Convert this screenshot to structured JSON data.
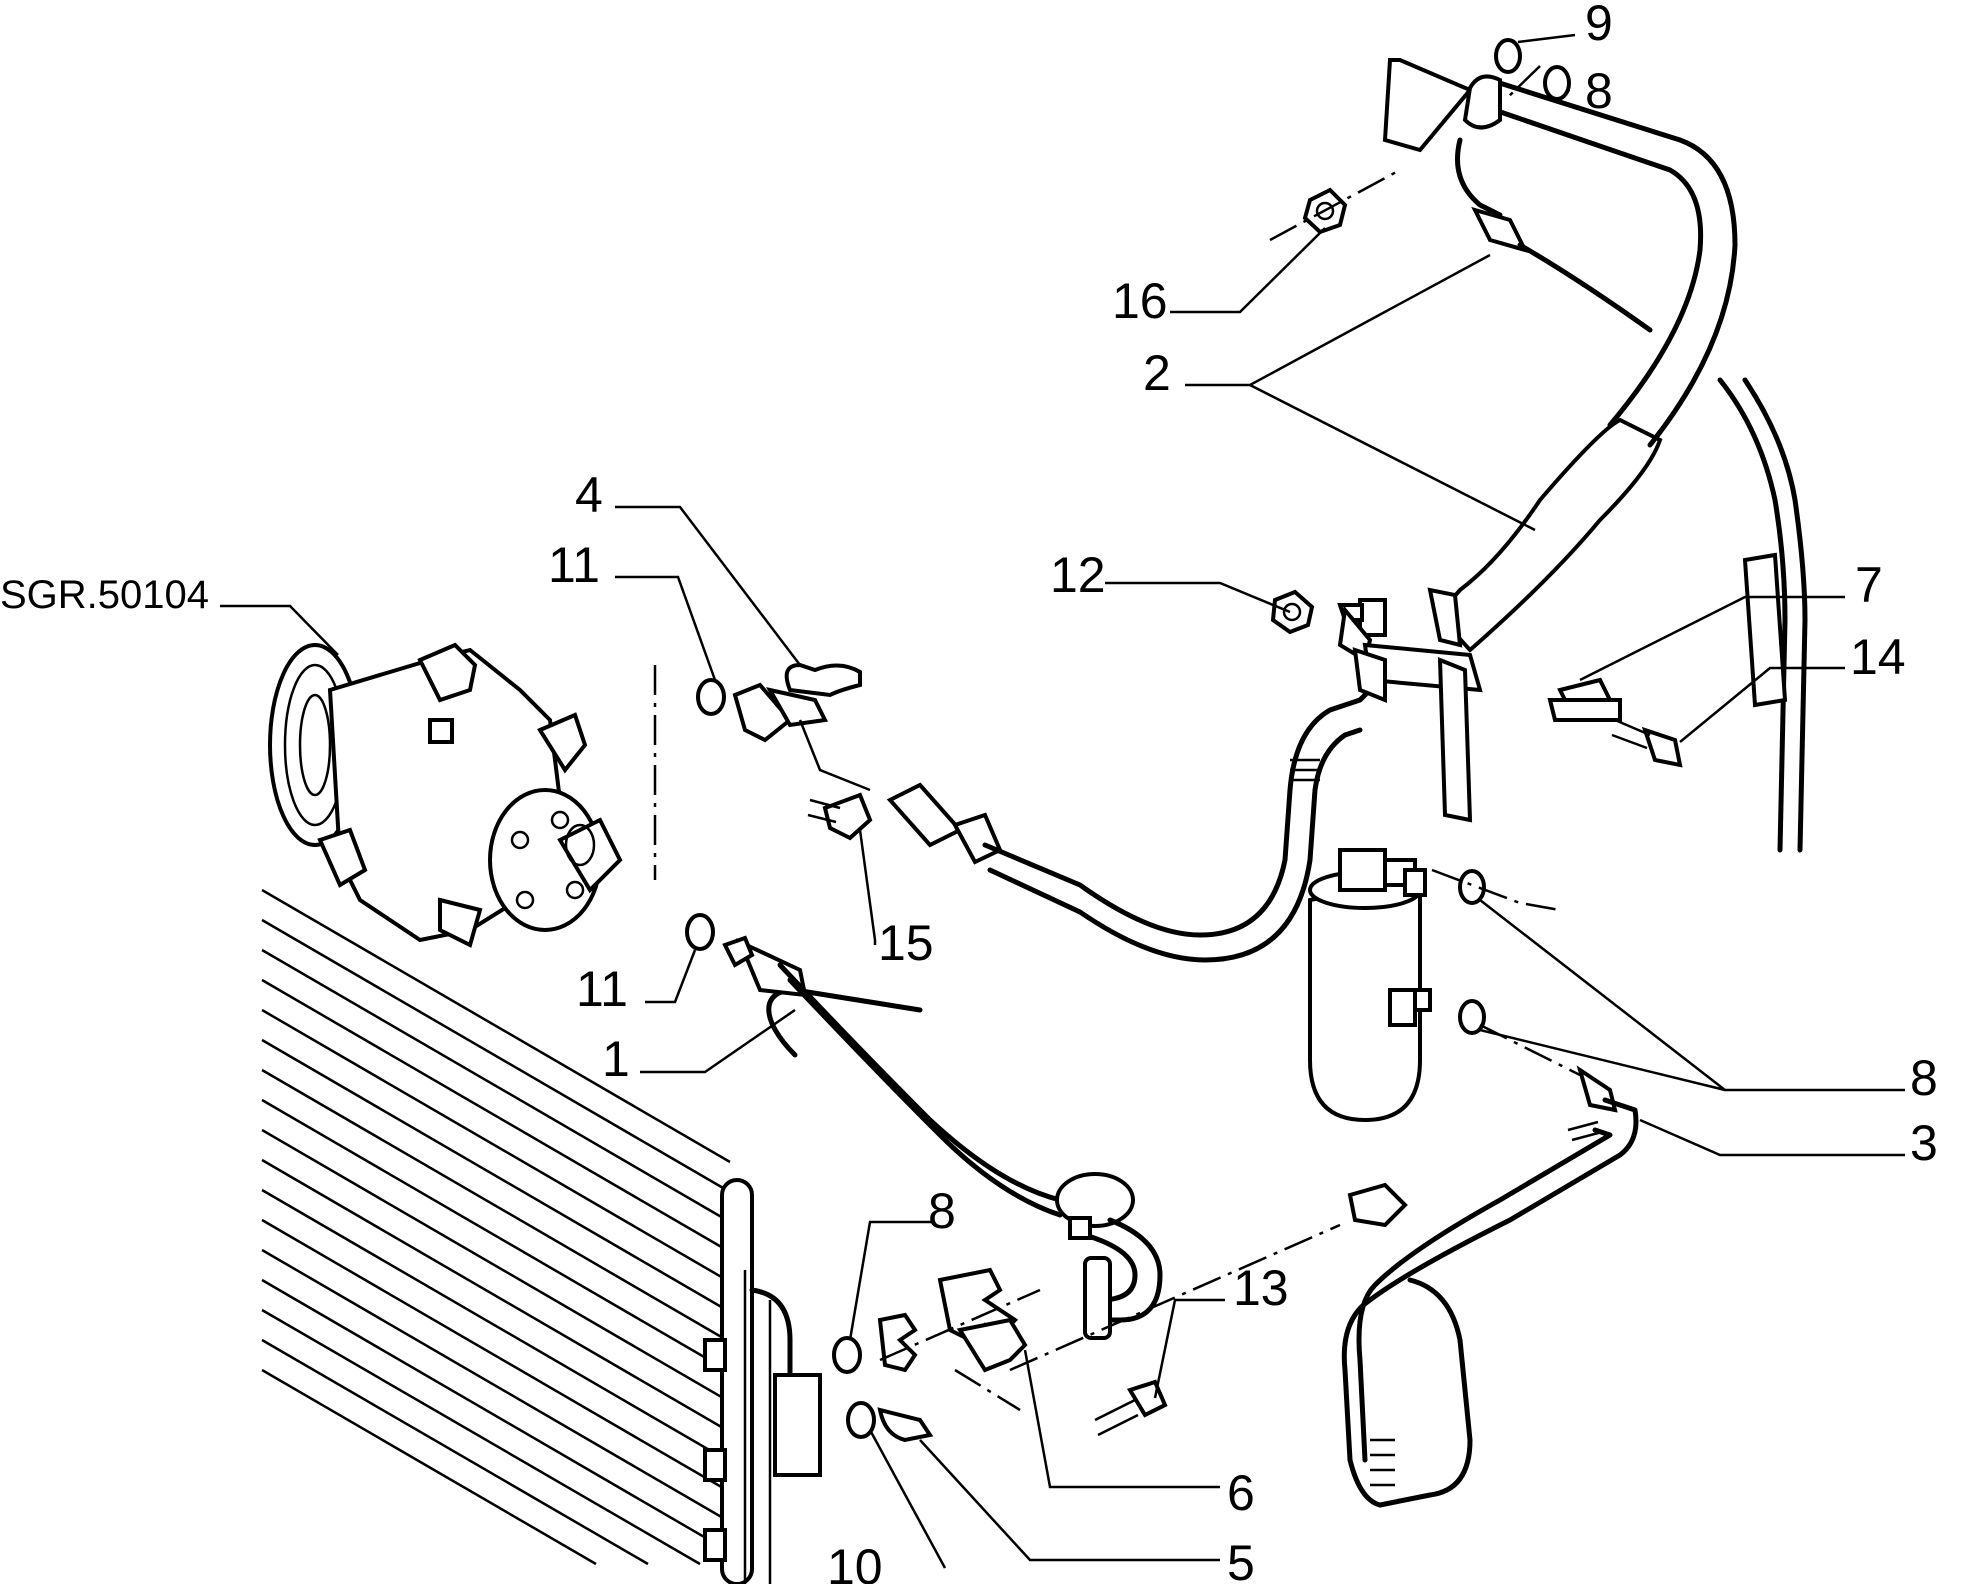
{
  "diagram": {
    "labels": {
      "ref": "SGR.50104",
      "p1": "1",
      "p2": "2",
      "p3": "3",
      "p4": "4",
      "p5": "5",
      "p6": "6",
      "p7": "7",
      "p8_top": "8",
      "p8_right": "8",
      "p8_bottom": "8",
      "p9": "9",
      "p10": "10",
      "p11_top": "11",
      "p11_bottom": "11",
      "p12": "12",
      "p13": "13",
      "p14": "14",
      "p15": "15",
      "p16": "16"
    }
  }
}
